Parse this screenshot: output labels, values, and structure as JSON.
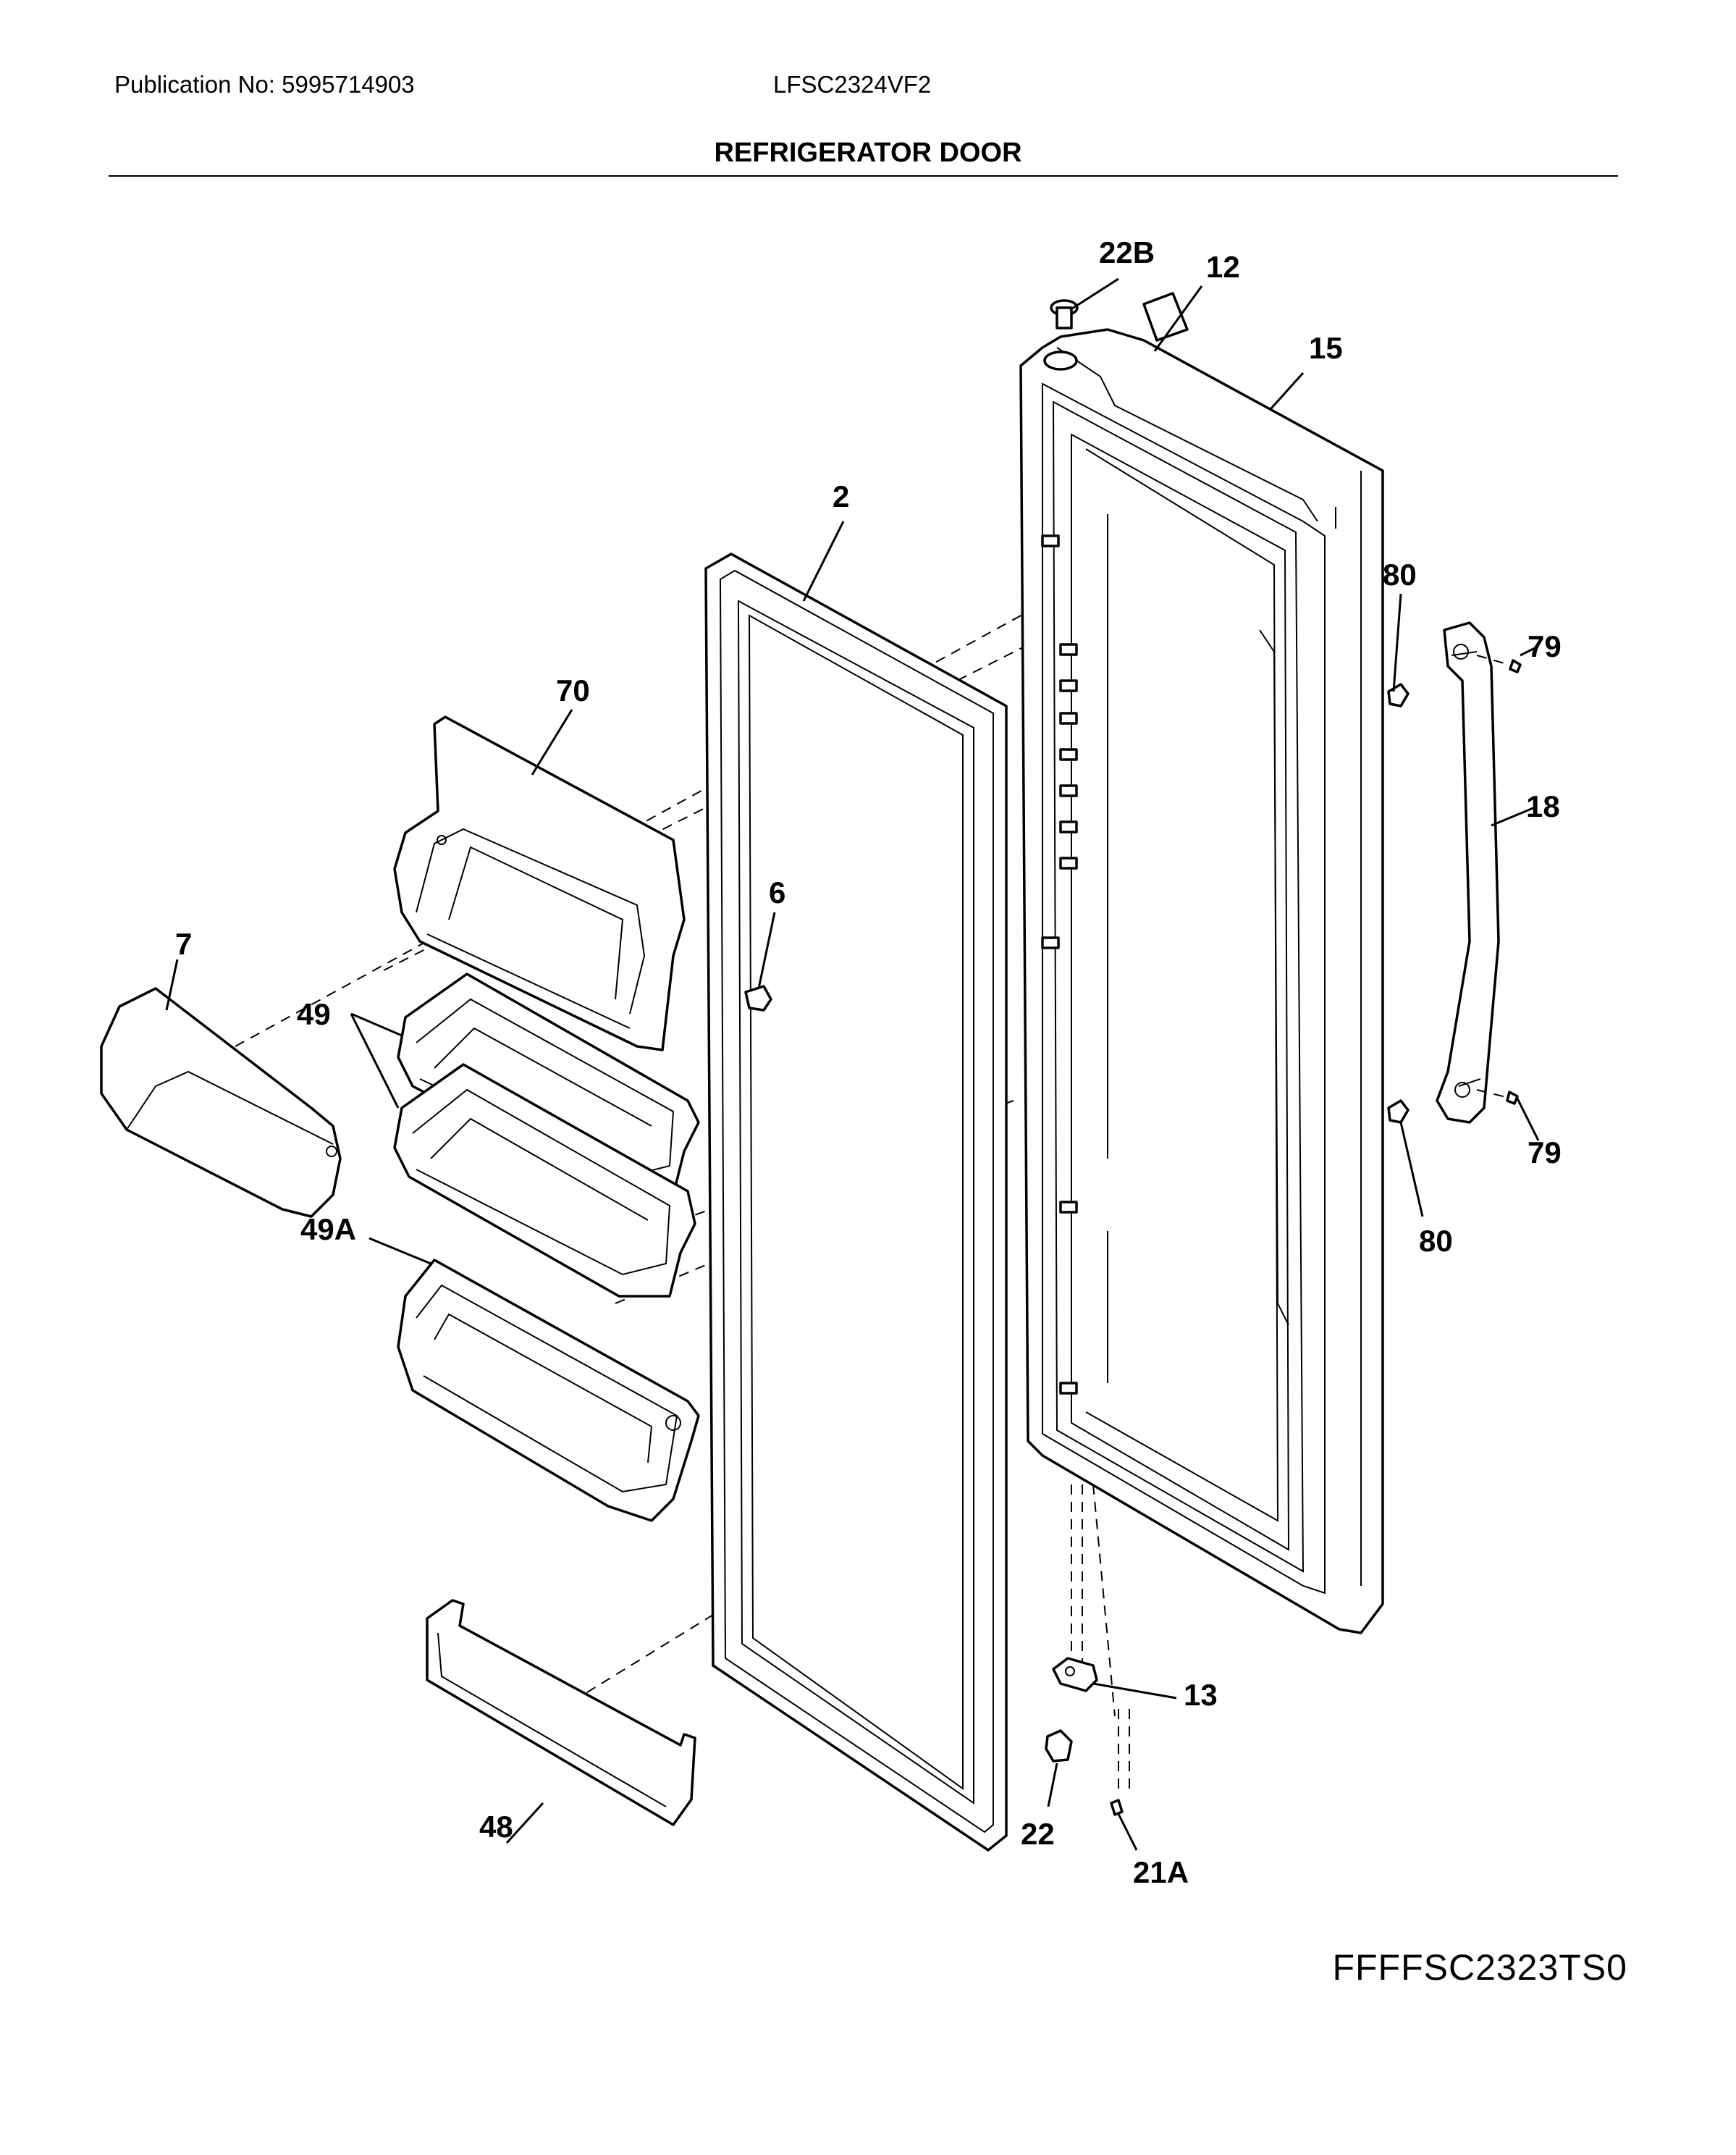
{
  "header": {
    "publication": "Publication No: 5995714903",
    "model": "LFSC2324VF2",
    "title": "REFRIGERATOR DOOR"
  },
  "figure_code": "FFFFSC2323TS0",
  "callouts": {
    "p22B": "22B",
    "p12": "12",
    "p15": "15",
    "p2": "2",
    "p80a": "80",
    "p79a": "79",
    "p70": "70",
    "p18": "18",
    "p6": "6",
    "p7": "7",
    "p49": "49",
    "p79b": "79",
    "p80b": "80",
    "p49A": "49A",
    "p13": "13",
    "p48": "48",
    "p22": "22",
    "p21A": "21A"
  }
}
